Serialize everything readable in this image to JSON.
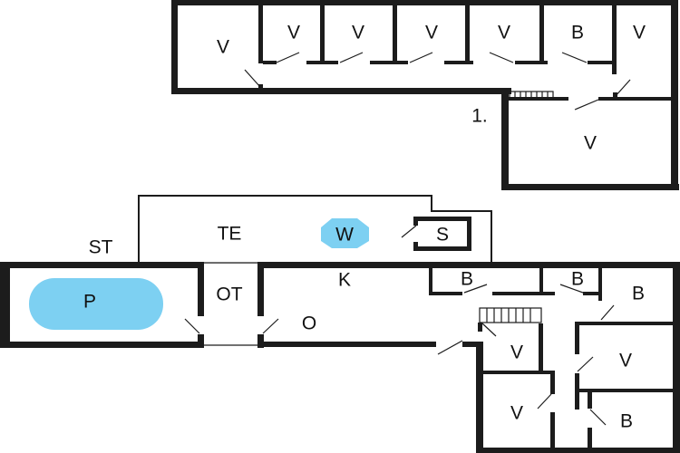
{
  "title": "Floor plan",
  "floor_label": "1.",
  "colors": {
    "wall": "#1c1c1c",
    "pool": "#7dd0f2",
    "whirlpool": "#7dd0f2",
    "background": "#ffffff"
  },
  "rooms": {
    "upper": [
      {
        "id": "v1",
        "label": "V"
      },
      {
        "id": "v2",
        "label": "V"
      },
      {
        "id": "v3",
        "label": "V"
      },
      {
        "id": "v4",
        "label": "V"
      },
      {
        "id": "v5",
        "label": "V"
      },
      {
        "id": "b1",
        "label": "B"
      },
      {
        "id": "v6",
        "label": "V"
      },
      {
        "id": "v7",
        "label": "V"
      }
    ],
    "lower": {
      "st": "ST",
      "te": "TE",
      "w": "W",
      "s": "S",
      "p": "P",
      "ot": "OT",
      "k": "K",
      "o": "O",
      "b_a": "B",
      "b_b": "B",
      "b_c": "B",
      "v_a": "V",
      "v_b": "V",
      "v_c": "V",
      "b_d": "B"
    }
  }
}
